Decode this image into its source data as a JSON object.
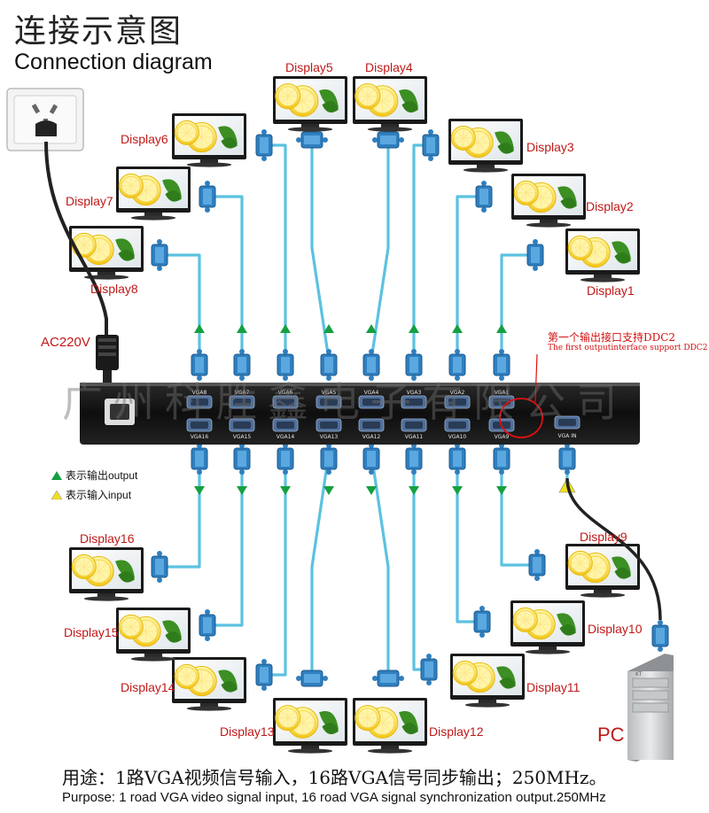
{
  "title_cn": "连接示意图",
  "title_en": "Connection diagram",
  "power_label": "AC220V",
  "pc_label": "PC",
  "pc_case_brand": "KT",
  "ddc_note_cn": "第一个输出接口支持DDC2",
  "ddc_note_en": "The first outputinterface support DDC2",
  "legend": {
    "output": "表示输出output",
    "input": "表示输入input"
  },
  "watermark": "广州科胜鑫电子有限公司",
  "purpose_cn": "用途：1路VGA视频信号输入，16路VGA信号同步输出；250MHz。",
  "purpose_en": "Purpose: 1 road VGA video signal input, 16 road VGA signal synchronization output.250MHz",
  "displays": [
    "Display1",
    "Display2",
    "Display3",
    "Display4",
    "Display5",
    "Display6",
    "Display7",
    "Display8",
    "Display9",
    "Display10",
    "Display11",
    "Display12",
    "Display13",
    "Display14",
    "Display15",
    "Display16"
  ],
  "top_ports": [
    "VGA8",
    "VGA7",
    "VGA6",
    "VGA5",
    "VGA4",
    "VGA3",
    "VGA2",
    "VGA1"
  ],
  "bottom_ports": [
    "VGA16",
    "VGA15",
    "VGA14",
    "VGA13",
    "VGA12",
    "VGA11",
    "VGA10",
    "VGA9"
  ],
  "input_port": "VGA IN",
  "colors": {
    "cable": "#5bc2e0",
    "output_arrow": "#15a040",
    "input_arrow": "#f0e020",
    "label_red": "#c01818",
    "device": "#111111"
  }
}
